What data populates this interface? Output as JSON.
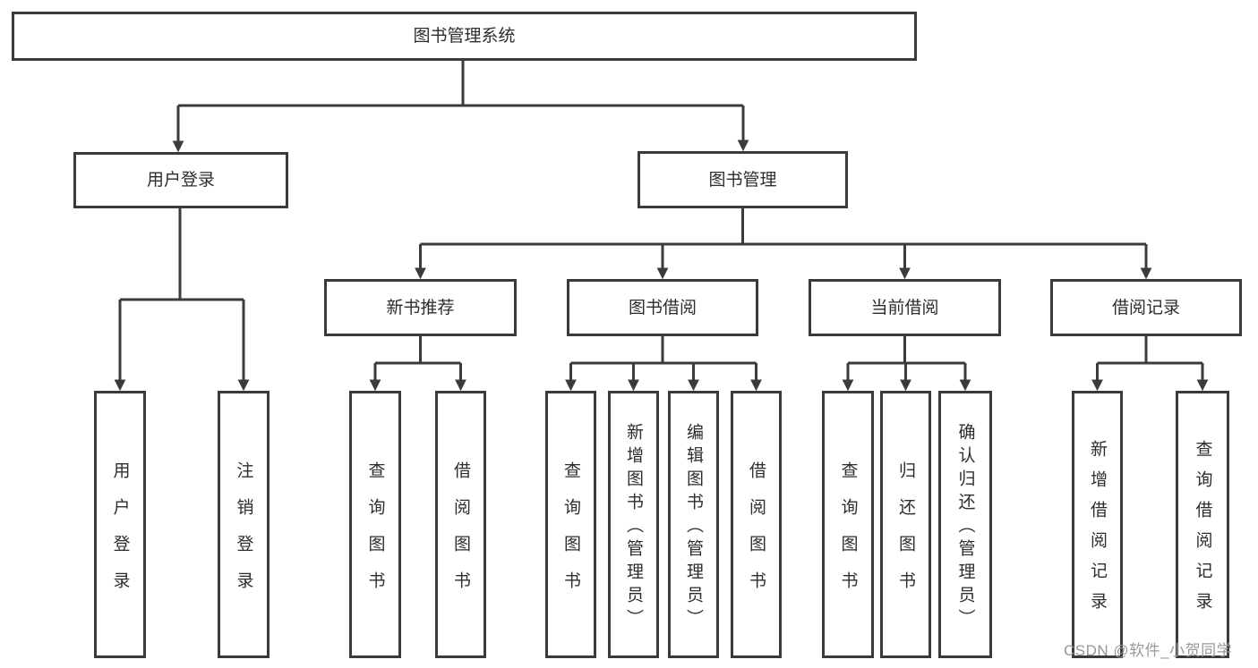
{
  "diagram": {
    "title": "图书管理系统",
    "watermark": "CSDN @软件_小贺同学",
    "colors": {
      "line": "#3b3b3b",
      "box_border": "#3a3a3a",
      "box_fill": "#ffffff",
      "text": "#2d2d2d",
      "background": "#ffffff",
      "watermark": "#989898"
    },
    "nodes": [
      {
        "id": "root",
        "label": "图书管理系统",
        "level": 1,
        "parent": null,
        "orientation": "horizontal"
      },
      {
        "id": "user-login",
        "label": "用户登录",
        "level": 2,
        "parent": "root",
        "orientation": "horizontal"
      },
      {
        "id": "book-mgmt",
        "label": "图书管理",
        "level": 2,
        "parent": "root",
        "orientation": "horizontal"
      },
      {
        "id": "new-book-rec",
        "label": "新书推荐",
        "level": 3,
        "parent": "book-mgmt",
        "orientation": "horizontal"
      },
      {
        "id": "book-borrow",
        "label": "图书借阅",
        "level": 3,
        "parent": "book-mgmt",
        "orientation": "horizontal"
      },
      {
        "id": "current-borrow",
        "label": "当前借阅",
        "level": 3,
        "parent": "book-mgmt",
        "orientation": "horizontal"
      },
      {
        "id": "borrow-records",
        "label": "借阅记录",
        "level": 3,
        "parent": "book-mgmt",
        "orientation": "horizontal"
      },
      {
        "id": "leaf-user-login",
        "label": "用户登录",
        "level": 4,
        "parent": "user-login",
        "orientation": "vertical"
      },
      {
        "id": "leaf-logout",
        "label": "注销登录",
        "level": 4,
        "parent": "user-login",
        "orientation": "vertical"
      },
      {
        "id": "leaf-rec-query",
        "label": "查询图书",
        "level": 4,
        "parent": "new-book-rec",
        "orientation": "vertical"
      },
      {
        "id": "leaf-rec-borrow",
        "label": "借阅图书",
        "level": 4,
        "parent": "new-book-rec",
        "orientation": "vertical"
      },
      {
        "id": "leaf-bb-query",
        "label": "查询图书",
        "level": 4,
        "parent": "book-borrow",
        "orientation": "vertical"
      },
      {
        "id": "leaf-bb-add",
        "label": "新增图书（管理员）",
        "level": 4,
        "parent": "book-borrow",
        "orientation": "vertical"
      },
      {
        "id": "leaf-bb-edit",
        "label": "编辑图书（管理员）",
        "level": 4,
        "parent": "book-borrow",
        "orientation": "vertical"
      },
      {
        "id": "leaf-bb-borrow",
        "label": "借阅图书",
        "level": 4,
        "parent": "book-borrow",
        "orientation": "vertical"
      },
      {
        "id": "leaf-cb-query",
        "label": "查询图书",
        "level": 4,
        "parent": "current-borrow",
        "orientation": "vertical"
      },
      {
        "id": "leaf-cb-return",
        "label": "归还图书",
        "level": 4,
        "parent": "current-borrow",
        "orientation": "vertical"
      },
      {
        "id": "leaf-cb-confirm",
        "label": "确认归还（管理员）",
        "level": 4,
        "parent": "current-borrow",
        "orientation": "vertical"
      },
      {
        "id": "leaf-br-add",
        "label": "新增借阅记录",
        "level": 4,
        "parent": "borrow-records",
        "orientation": "vertical"
      },
      {
        "id": "leaf-br-query",
        "label": "查询借阅记录",
        "level": 4,
        "parent": "borrow-records",
        "orientation": "vertical"
      }
    ]
  }
}
